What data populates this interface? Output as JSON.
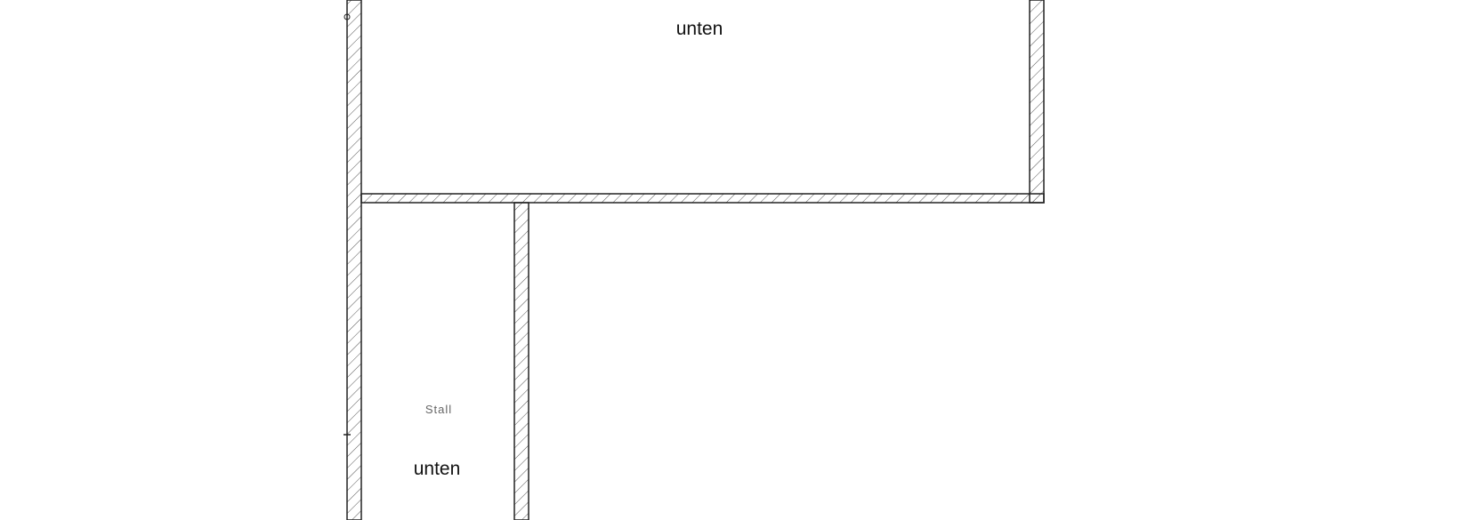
{
  "rooms": {
    "upper_room": {
      "label": "unten"
    },
    "stall_room": {
      "name": "Stall",
      "label": "unten"
    }
  },
  "colors": {
    "wall_stroke": "#222222",
    "hatch": "#555555",
    "background": "#ffffff"
  }
}
